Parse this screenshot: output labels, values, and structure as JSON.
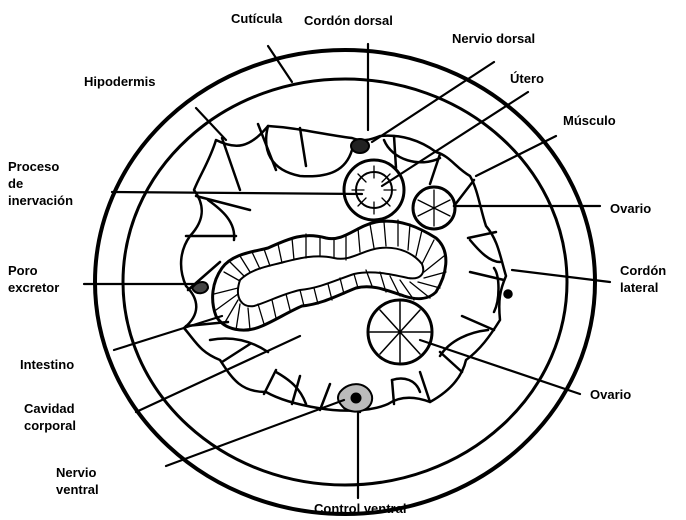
{
  "labels": {
    "cuticula": "Cutícula",
    "cordon_dorsal": "Cordón dorsal",
    "nervio_dorsal": "Nervio dorsal",
    "hipodermis": "Hipodermis",
    "utero": "Útero",
    "musculo": "Músculo",
    "proceso": [
      "Proceso",
      "de",
      "inervación"
    ],
    "ovario_upper": "Ovario",
    "poro": [
      "Poro",
      "excretor"
    ],
    "cordon_lateral": [
      "Cordón",
      "lateral"
    ],
    "intestino": "Intestino",
    "ovario_lower": "Ovario",
    "cavidad": [
      "Cavidad",
      "corporal"
    ],
    "nervio_ventral": [
      "Nervio",
      "ventral"
    ],
    "control_ventral": "Control ventral"
  },
  "colors": {
    "ink": "#000000",
    "paper": "#ffffff"
  }
}
